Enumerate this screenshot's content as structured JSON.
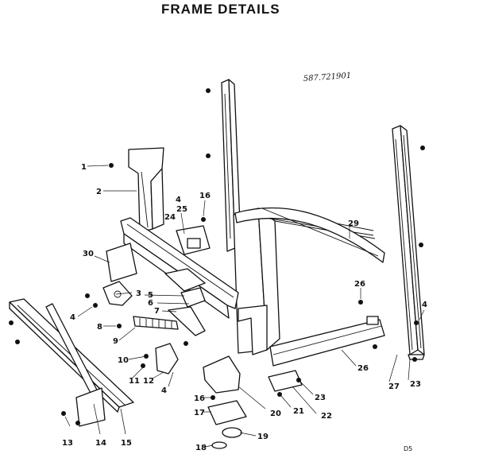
{
  "title": "FRAME DETAILS",
  "part_number": "587.721901",
  "corner_code": "D5",
  "callouts": [
    {
      "id": "c1",
      "label": "1"
    },
    {
      "id": "c2",
      "label": "2"
    },
    {
      "id": "c3",
      "label": "3"
    },
    {
      "id": "c4a",
      "label": "4"
    },
    {
      "id": "c4b",
      "label": "4"
    },
    {
      "id": "c4c",
      "label": "4"
    },
    {
      "id": "c4d",
      "label": "4"
    },
    {
      "id": "c5",
      "label": "5"
    },
    {
      "id": "c6",
      "label": "6"
    },
    {
      "id": "c7",
      "label": "7"
    },
    {
      "id": "c8",
      "label": "8"
    },
    {
      "id": "c9",
      "label": "9"
    },
    {
      "id": "c10",
      "label": "10"
    },
    {
      "id": "c11",
      "label": "11"
    },
    {
      "id": "c12",
      "label": "12"
    },
    {
      "id": "c13",
      "label": "13"
    },
    {
      "id": "c14",
      "label": "14"
    },
    {
      "id": "c15",
      "label": "15"
    },
    {
      "id": "c16a",
      "label": "16"
    },
    {
      "id": "c16b",
      "label": "16"
    },
    {
      "id": "c17",
      "label": "17"
    },
    {
      "id": "c18",
      "label": "18"
    },
    {
      "id": "c19",
      "label": "19"
    },
    {
      "id": "c20",
      "label": "20"
    },
    {
      "id": "c21",
      "label": "21"
    },
    {
      "id": "c22",
      "label": "22"
    },
    {
      "id": "c23a",
      "label": "23"
    },
    {
      "id": "c23b",
      "label": "23"
    },
    {
      "id": "c24",
      "label": "24"
    },
    {
      "id": "c25",
      "label": "25"
    },
    {
      "id": "c26a",
      "label": "26"
    },
    {
      "id": "c26b",
      "label": "26"
    },
    {
      "id": "c27",
      "label": "27"
    },
    {
      "id": "c29",
      "label": "29"
    },
    {
      "id": "c30",
      "label": "30"
    }
  ]
}
